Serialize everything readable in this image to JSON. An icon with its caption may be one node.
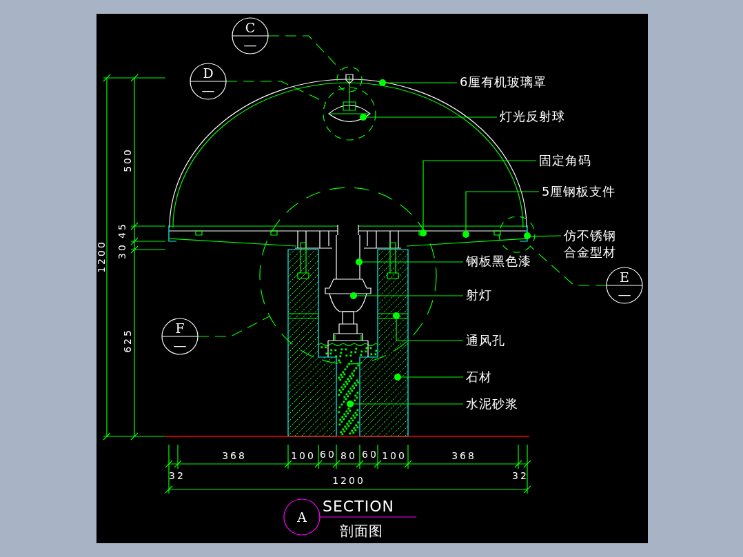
{
  "diagram": {
    "nodes": [
      {
        "text": [
          "C",
          "—"
        ]
      },
      {
        "text": [],
        "shape": "circle"
      },
      {
        "text": [
          "6厘有机玻璃罩"
        ]
      },
      {
        "text": [
          "D",
          "—"
        ]
      },
      {
        "text": [],
        "shape": "circle"
      },
      {
        "text": [
          "灯光反射球"
        ]
      },
      {
        "text": [
          "固定角码"
        ]
      },
      {
        "text": [
          "5厘钢板支件"
        ]
      },
      {
        "text": [],
        "shape": "circle"
      },
      {
        "text": [
          "仿不锈钢合金型材"
        ]
      },
      {
        "text": [
          "钢板黑色漆"
        ]
      },
      {
        "text": [
          "E",
          "—"
        ]
      },
      {
        "text": [
          "射灯"
        ]
      },
      {
        "text": [
          "F",
          "—"
        ]
      },
      {
        "text": [],
        "shape": "circle"
      },
      {
        "text": [
          "通风孔"
        ]
      },
      {
        "text": [
          "石材"
        ]
      },
      {
        "text": [
          "水泥砂浆"
        ]
      },
      {
        "text": [
          "A"
        ],
        "beside": [
          "SECTION",
          "剖面图"
        ]
      },
      {
        "text": [],
        "shape": "dot"
      },
      {
        "text": [],
        "shape": "dot",
        "in": 4
      },
      {
        "text": [],
        "shape": "dot",
        "in": 14
      },
      {
        "text": [],
        "shape": "dot"
      },
      {
        "text": [],
        "shape": "dot",
        "in": 8
      },
      {
        "text": [],
        "shape": "dot",
        "in": 14
      },
      {
        "text": [],
        "shape": "dot",
        "in": 14
      },
      {
        "text": [],
        "shape": "dot",
        "in": 14
      },
      {
        "text": [],
        "shape": "dot"
      },
      {
        "text": [],
        "shape": "dot"
      }
    ],
    "edges": [
      {
        "from": 0,
        "to": 1,
        "arrow": "none",
        "style": "dashed"
      },
      {
        "from": 2,
        "to": 19,
        "arrow": "none"
      },
      {
        "from": 3,
        "to": 4,
        "arrow": "none",
        "style": "dashed"
      },
      {
        "from": 5,
        "to": 20,
        "arrow": "none"
      },
      {
        "from": 6,
        "to": 21,
        "arrow": "none"
      },
      {
        "from": 7,
        "to": 22,
        "arrow": "none"
      },
      {
        "from": 11,
        "to": 8,
        "arrow": "none",
        "style": "dashed"
      },
      {
        "from": 9,
        "to": 23,
        "arrow": "none"
      },
      {
        "from": 10,
        "to": 24,
        "arrow": "none"
      },
      {
        "from": 12,
        "to": 25,
        "arrow": "none"
      },
      {
        "from": 13,
        "to": 14,
        "arrow": "none",
        "style": "dashed"
      },
      {
        "from": 15,
        "to": 26,
        "arrow": "none"
      },
      {
        "from": 16,
        "to": 27,
        "arrow": "none"
      },
      {
        "from": 17,
        "to": 28,
        "arrow": "none"
      }
    ],
    "labels": [
      "500",
      "45",
      "30",
      "1200",
      "625",
      "368",
      "100",
      "60",
      "80",
      "60",
      "100",
      "368",
      "32",
      "1200",
      "32"
    ]
  }
}
